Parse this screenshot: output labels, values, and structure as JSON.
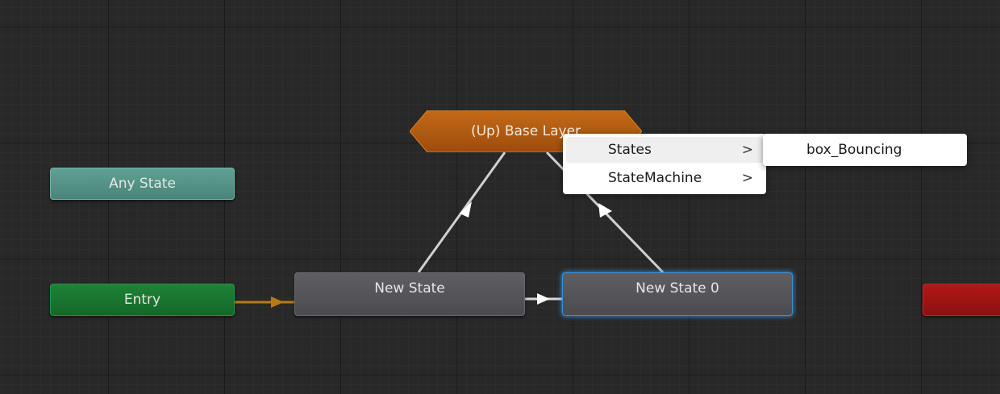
{
  "graph": {
    "nodes": {
      "any_state": {
        "label": "Any State",
        "color": "#5fa194"
      },
      "entry": {
        "label": "Entry",
        "color": "#1e8236"
      },
      "exit": {
        "label": "",
        "color": "#b01818"
      },
      "new_state": {
        "label": "New State",
        "color": "#57575c"
      },
      "new_state_0": {
        "label": "New State 0",
        "color": "#57575c",
        "selected": true,
        "highlight_color": "#3d8fd6"
      },
      "base_layer": {
        "label": "(Up) Base Layer",
        "color": "#b85e12"
      }
    }
  },
  "context_menu": {
    "items": [
      {
        "label": "States",
        "has_submenu": true,
        "highlighted": true,
        "chevron": ">"
      },
      {
        "label": "StateMachine",
        "has_submenu": true,
        "highlighted": false,
        "chevron": ">"
      }
    ]
  },
  "submenu": {
    "items": [
      {
        "label": "box_Bouncing"
      }
    ]
  }
}
